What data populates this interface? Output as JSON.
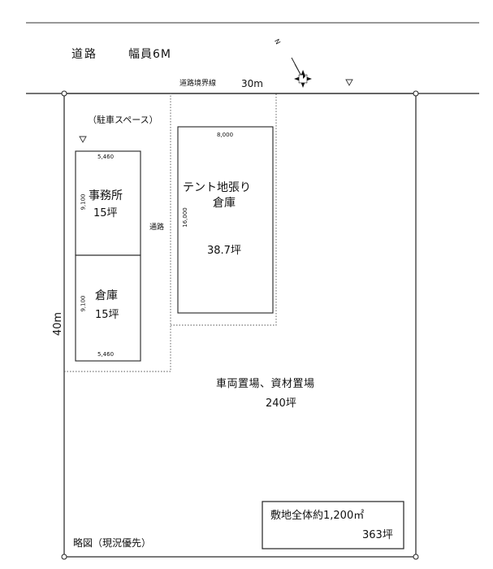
{
  "road": {
    "label": "道路",
    "width_label": "幅員6M",
    "boundary_label": "道路境界線",
    "frontage": "30m"
  },
  "compass_label": "N",
  "parking_label": "（駐車スペース）",
  "depth_label": "40m",
  "passage_label": "通路",
  "office": {
    "name": "事務所",
    "area": "15坪",
    "width_dim": "5,460",
    "depth_dim": "9,100"
  },
  "warehouse": {
    "name": "倉庫",
    "area": "15坪",
    "width_dim": "5,460",
    "depth_dim": "9,100"
  },
  "tent_warehouse": {
    "name_line1": "テント地張り",
    "name_line2": "倉庫",
    "area": "38.7坪",
    "width_dim": "8,000",
    "depth_dim": "16,000"
  },
  "yard": {
    "name": "車両置場、資材置場",
    "area": "240坪"
  },
  "total": {
    "label": "敷地全体約1,200㎡",
    "tsubo": "363坪"
  },
  "note": "略図（現況優先）"
}
